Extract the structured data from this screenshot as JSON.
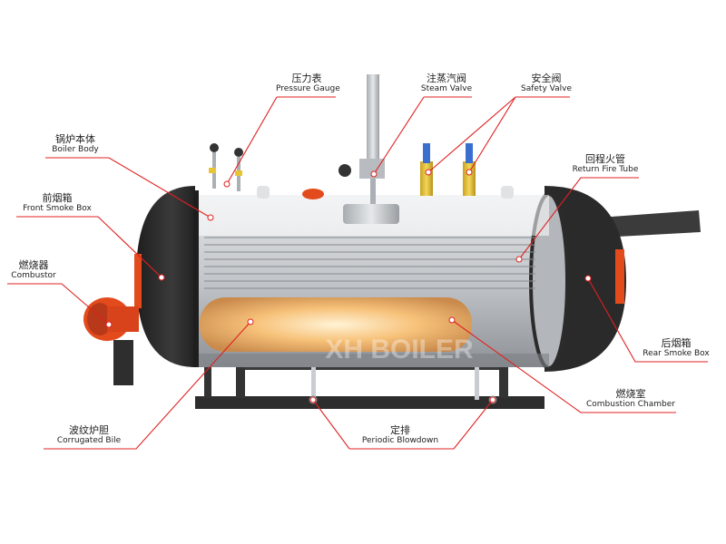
{
  "colors": {
    "leader": "#e02020",
    "shell_dark": "#2b2b2b",
    "shell_silver": "#c9ccd0",
    "flame": "#f5b562",
    "burner": "#e34a1c",
    "valve_yellow": "#e9c432",
    "frame": "#2d2d2d"
  },
  "labels": {
    "pressure_gauge": {
      "zh": "压力表",
      "en": "Pressure Gauge"
    },
    "steam_valve": {
      "zh": "注蒸汽阀",
      "en": "Steam Valve"
    },
    "safety_valve": {
      "zh": "安全阀",
      "en": "Safety Valve"
    },
    "boiler_body": {
      "zh": "锅炉本体",
      "en": "Boiler Body"
    },
    "return_fire_tube": {
      "zh": "回程火管",
      "en": "Return Fire Tube"
    },
    "front_smoke_box": {
      "zh": "前烟箱",
      "en": "Front Smoke Box"
    },
    "combustor": {
      "zh": "燃烧器",
      "en": "Combustor"
    },
    "rear_smoke_box": {
      "zh": "后烟箱",
      "en": "Rear Smoke Box"
    },
    "combustion_chamber": {
      "zh": "燃烧室",
      "en": "Combustion Chamber"
    },
    "corrugated_bile": {
      "zh": "波纹炉胆",
      "en": "Corrugated Bile"
    },
    "periodic_blowdown": {
      "zh": "定排",
      "en": "Periodic Blowdown"
    }
  },
  "watermark": "XH BOILER"
}
